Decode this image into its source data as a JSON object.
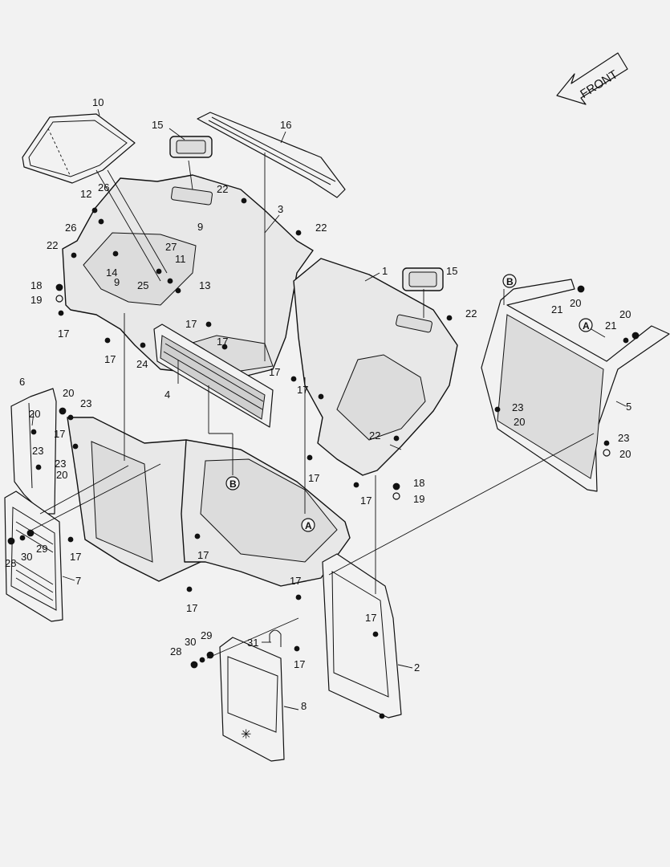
{
  "front_label": "FRONT",
  "callouts": [
    "1",
    "2",
    "3",
    "4",
    "5",
    "6",
    "7",
    "8",
    "9",
    "9",
    "10",
    "11",
    "12",
    "13",
    "14",
    "15",
    "15",
    "16",
    "17",
    "17",
    "17",
    "17",
    "17",
    "17",
    "17",
    "17",
    "17",
    "17",
    "17",
    "17",
    "17",
    "17",
    "17",
    "18",
    "18",
    "19",
    "19",
    "20",
    "20",
    "20",
    "20",
    "20",
    "21",
    "21",
    "22",
    "22",
    "22",
    "22",
    "22",
    "23",
    "23",
    "23",
    "23",
    "24",
    "25",
    "26",
    "26",
    "27",
    "28",
    "28",
    "29",
    "29",
    "30",
    "30",
    "31"
  ],
  "refs": [
    "A",
    "A",
    "B",
    "B"
  ]
}
